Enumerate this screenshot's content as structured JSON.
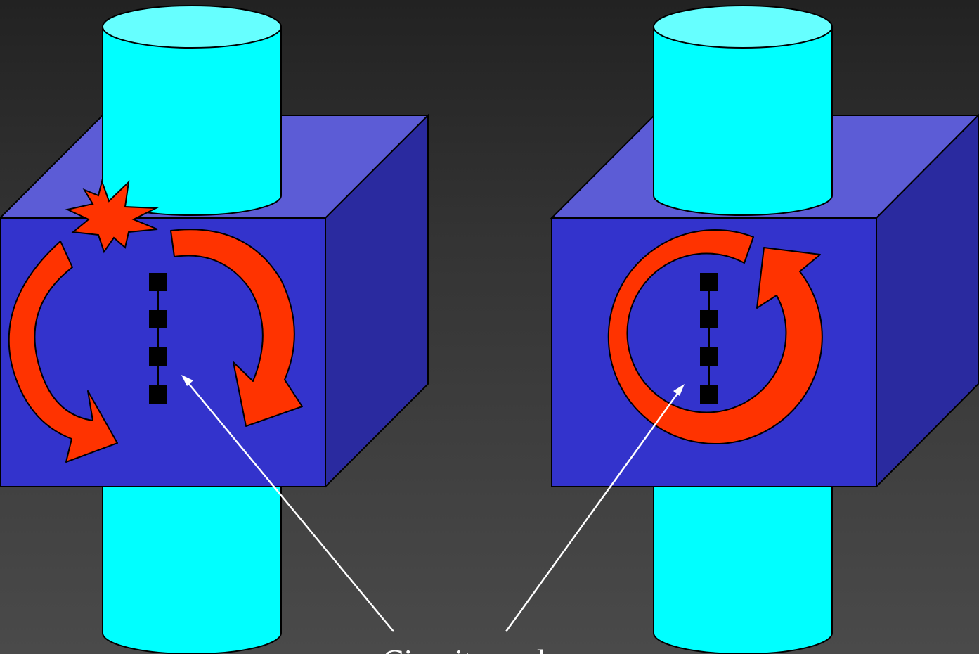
{
  "colors": {
    "background_top": "#222222",
    "background_bottom": "#4a4a4a",
    "cylinder": "#66ffff",
    "cylinder_body": "#00ffff",
    "box_front": "#3333cc",
    "box_top": "#5c5cd6",
    "box_side": "#2a2a9f",
    "arrow": "#ff3300",
    "burst": "#ff3300",
    "marker": "#000000",
    "pointer": "#ffffff"
  },
  "diagram": {
    "left_module": {
      "rotation": "counter-rotating-arrows",
      "collision_marker": "burst-icon"
    },
    "right_module": {
      "rotation": "single-circular-arrow"
    },
    "caption": "Circuit...nodes"
  }
}
